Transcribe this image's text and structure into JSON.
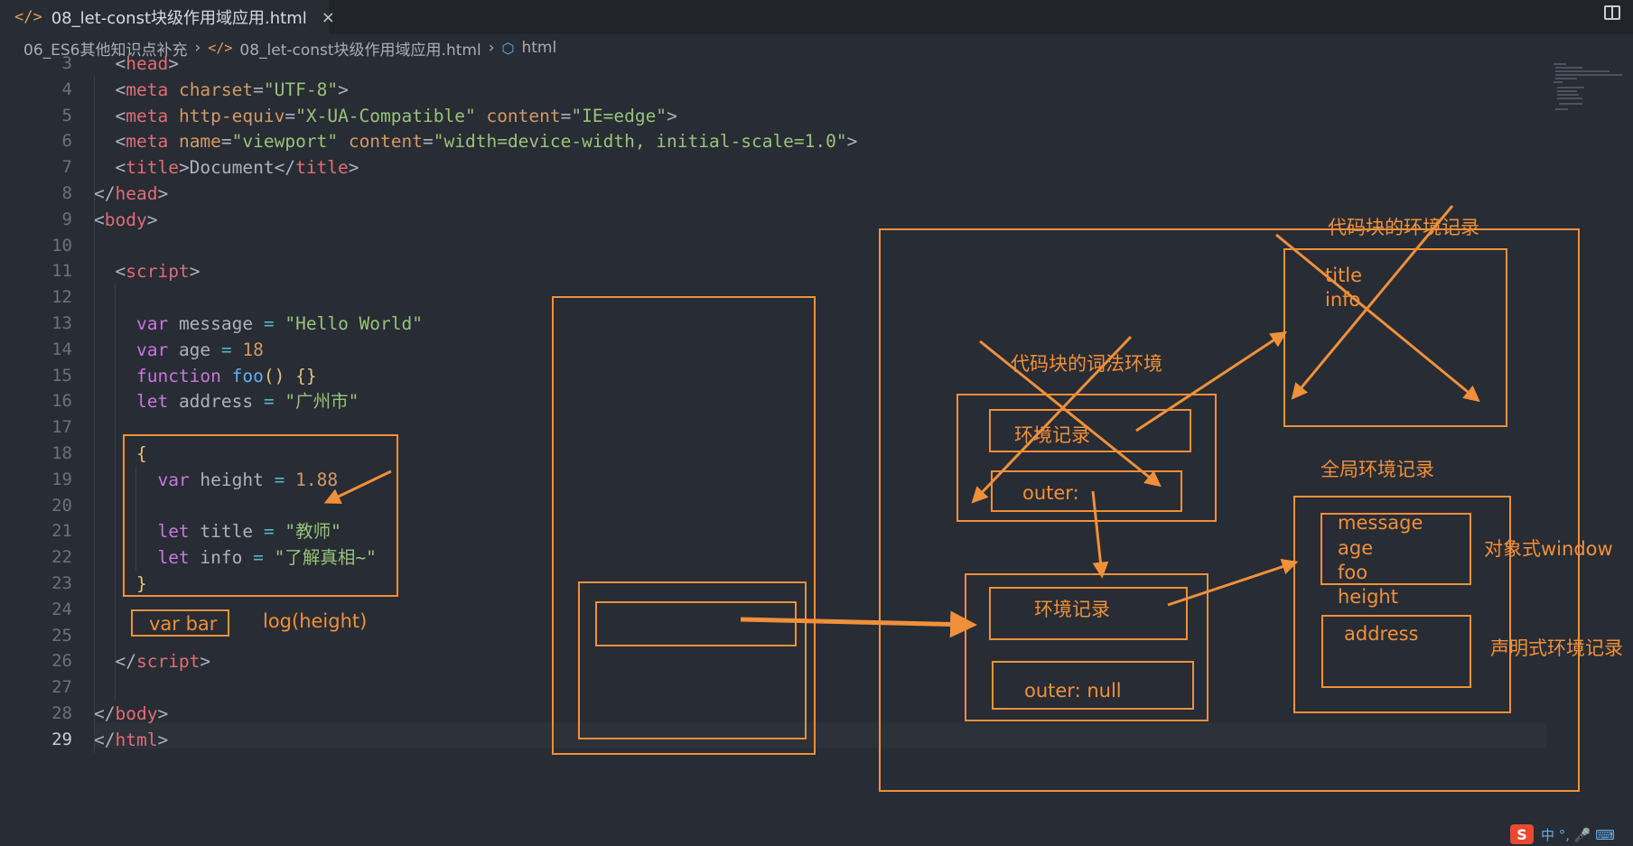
{
  "tab": {
    "icon": "html-file-icon",
    "title": "08_let-const块级作用域应用.html",
    "close": "×"
  },
  "breadcrumb": [
    {
      "label": "06_ES6其他知识点补充"
    },
    {
      "label": "08_let-const块级作用域应用.html"
    },
    {
      "label": "html"
    }
  ],
  "code_lines": [
    {
      "n": "3",
      "tokens": [
        [
          "t-pl",
          "  <"
        ],
        [
          "t-tag",
          "head"
        ],
        [
          "t-pl",
          ">"
        ]
      ]
    },
    {
      "n": "4",
      "tokens": [
        [
          "t-pl",
          "  <"
        ],
        [
          "t-tag",
          "meta"
        ],
        [
          "t-pl",
          " "
        ],
        [
          "t-attr",
          "charset"
        ],
        [
          "t-pl",
          "="
        ],
        [
          "t-str",
          "\"UTF-8\""
        ],
        [
          "t-pl",
          ">"
        ]
      ]
    },
    {
      "n": "5",
      "tokens": [
        [
          "t-pl",
          "  <"
        ],
        [
          "t-tag",
          "meta"
        ],
        [
          "t-pl",
          " "
        ],
        [
          "t-attr",
          "http-equiv"
        ],
        [
          "t-pl",
          "="
        ],
        [
          "t-str",
          "\"X-UA-Compatible\""
        ],
        [
          "t-pl",
          " "
        ],
        [
          "t-attr",
          "content"
        ],
        [
          "t-pl",
          "="
        ],
        [
          "t-str",
          "\"IE=edge\""
        ],
        [
          "t-pl",
          ">"
        ]
      ]
    },
    {
      "n": "6",
      "tokens": [
        [
          "t-pl",
          "  <"
        ],
        [
          "t-tag",
          "meta"
        ],
        [
          "t-pl",
          " "
        ],
        [
          "t-attr",
          "name"
        ],
        [
          "t-pl",
          "="
        ],
        [
          "t-str",
          "\"viewport\""
        ],
        [
          "t-pl",
          " "
        ],
        [
          "t-attr",
          "content"
        ],
        [
          "t-pl",
          "="
        ],
        [
          "t-str",
          "\"width=device-width, initial-scale=1.0\""
        ],
        [
          "t-pl",
          ">"
        ]
      ]
    },
    {
      "n": "7",
      "tokens": [
        [
          "t-pl",
          "  <"
        ],
        [
          "t-tag",
          "title"
        ],
        [
          "t-pl",
          ">Document</"
        ],
        [
          "t-tag",
          "title"
        ],
        [
          "t-pl",
          ">"
        ]
      ]
    },
    {
      "n": "8",
      "tokens": [
        [
          "t-pl",
          "</"
        ],
        [
          "t-tag",
          "head"
        ],
        [
          "t-pl",
          ">"
        ]
      ]
    },
    {
      "n": "9",
      "tokens": [
        [
          "t-pl",
          "<"
        ],
        [
          "t-tag",
          "body"
        ],
        [
          "t-pl",
          ">"
        ]
      ]
    },
    {
      "n": "10",
      "tokens": []
    },
    {
      "n": "11",
      "tokens": [
        [
          "t-pl",
          "  <"
        ],
        [
          "t-tag",
          "script"
        ],
        [
          "t-pl",
          ">"
        ]
      ]
    },
    {
      "n": "12",
      "tokens": []
    },
    {
      "n": "13",
      "tokens": [
        [
          "t-pl",
          "    "
        ],
        [
          "t-kw",
          "var"
        ],
        [
          "t-pl",
          " message "
        ],
        [
          "t-op",
          "="
        ],
        [
          "t-pl",
          " "
        ],
        [
          "t-str",
          "\"Hello World\""
        ]
      ]
    },
    {
      "n": "14",
      "tokens": [
        [
          "t-pl",
          "    "
        ],
        [
          "t-kw",
          "var"
        ],
        [
          "t-pl",
          " age "
        ],
        [
          "t-op",
          "="
        ],
        [
          "t-pl",
          " "
        ],
        [
          "t-num",
          "18"
        ]
      ]
    },
    {
      "n": "15",
      "tokens": [
        [
          "t-pl",
          "    "
        ],
        [
          "t-kw",
          "function"
        ],
        [
          "t-pl",
          " "
        ],
        [
          "t-fn",
          "foo"
        ],
        [
          "t-br",
          "()"
        ],
        [
          "t-pl",
          " "
        ],
        [
          "t-br",
          "{}"
        ]
      ]
    },
    {
      "n": "16",
      "tokens": [
        [
          "t-pl",
          "    "
        ],
        [
          "t-kw",
          "let"
        ],
        [
          "t-pl",
          " address "
        ],
        [
          "t-op",
          "="
        ],
        [
          "t-pl",
          " "
        ],
        [
          "t-str",
          "\"广州市\""
        ]
      ]
    },
    {
      "n": "17",
      "tokens": []
    },
    {
      "n": "18",
      "tokens": [
        [
          "t-pl",
          "    "
        ],
        [
          "t-br",
          "{"
        ]
      ]
    },
    {
      "n": "19",
      "tokens": [
        [
          "t-pl",
          "      "
        ],
        [
          "t-kw",
          "var"
        ],
        [
          "t-pl",
          " height "
        ],
        [
          "t-op",
          "="
        ],
        [
          "t-pl",
          " "
        ],
        [
          "t-num",
          "1.88"
        ]
      ]
    },
    {
      "n": "20",
      "tokens": []
    },
    {
      "n": "21",
      "tokens": [
        [
          "t-pl",
          "      "
        ],
        [
          "t-kw",
          "let"
        ],
        [
          "t-pl",
          " title "
        ],
        [
          "t-op",
          "="
        ],
        [
          "t-pl",
          " "
        ],
        [
          "t-str",
          "\"教师\""
        ]
      ]
    },
    {
      "n": "22",
      "tokens": [
        [
          "t-pl",
          "      "
        ],
        [
          "t-kw",
          "let"
        ],
        [
          "t-pl",
          " info "
        ],
        [
          "t-op",
          "="
        ],
        [
          "t-pl",
          " "
        ],
        [
          "t-str",
          "\"了解真相~\""
        ]
      ]
    },
    {
      "n": "23",
      "tokens": [
        [
          "t-pl",
          "    "
        ],
        [
          "t-br",
          "}"
        ]
      ]
    },
    {
      "n": "24",
      "tokens": []
    },
    {
      "n": "25",
      "tokens": []
    },
    {
      "n": "26",
      "tokens": [
        [
          "t-pl",
          "  </"
        ],
        [
          "t-tag",
          "script"
        ],
        [
          "t-pl",
          ">"
        ]
      ]
    },
    {
      "n": "27",
      "tokens": []
    },
    {
      "n": "28",
      "tokens": [
        [
          "t-pl",
          "</"
        ],
        [
          "t-tag",
          "body"
        ],
        [
          "t-pl",
          ">"
        ]
      ]
    },
    {
      "n": "29",
      "tokens": [
        [
          "t-pl",
          "</"
        ],
        [
          "t-tag",
          "html"
        ],
        [
          "t-pl",
          ">"
        ]
      ]
    }
  ],
  "annotations": {
    "var_bar": "var bar",
    "log_height": "log(height)",
    "block_env_record_title": "代码块的环境记录",
    "block_env_record_items": [
      "title",
      "info"
    ],
    "block_lexical_env": "代码块的词法环境",
    "env_record": "环境记录",
    "outer": "outer:",
    "global_env_record": "全局环境记录",
    "global_env_record_items": [
      "message",
      "age",
      "foo",
      "height"
    ],
    "address": "address",
    "env_record_2": "环境记录",
    "outer_null": "outer: null",
    "object_env": "对象式window",
    "declarative_env": "声明式环境记录"
  },
  "colors": {
    "annotation": "#f0903a",
    "background": "#282c34"
  },
  "ime": {
    "logo": "S",
    "text": "中 °, 🎤 ⌨"
  }
}
